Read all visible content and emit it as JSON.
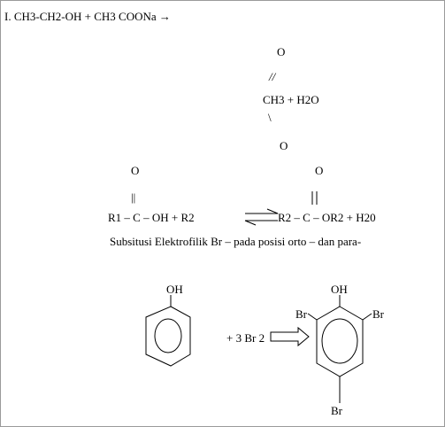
{
  "reaction1": {
    "equation": "I. CH3-CH2-OH + CH3 COONa →",
    "oxygen_top": "O",
    "bond_double": "//",
    "product": "CH3 + H2O",
    "bond_single": "\\",
    "oxygen_bottom": "O"
  },
  "esterification": {
    "left_o": "O",
    "left_bond": "||",
    "left_formula": "R1 – C – OH + R2",
    "right_o": "O",
    "right_formula": "R2 – C – OR2 + H20"
  },
  "substitution": {
    "heading": "Subsitusi Elektrofilik Br – pada posisi orto – dan para-",
    "phenol_oh": "OH",
    "reagent": "+ 3 Br 2",
    "product_oh": "OH",
    "br_left": "Br",
    "br_right": "Br",
    "br_bottom": "Br"
  }
}
